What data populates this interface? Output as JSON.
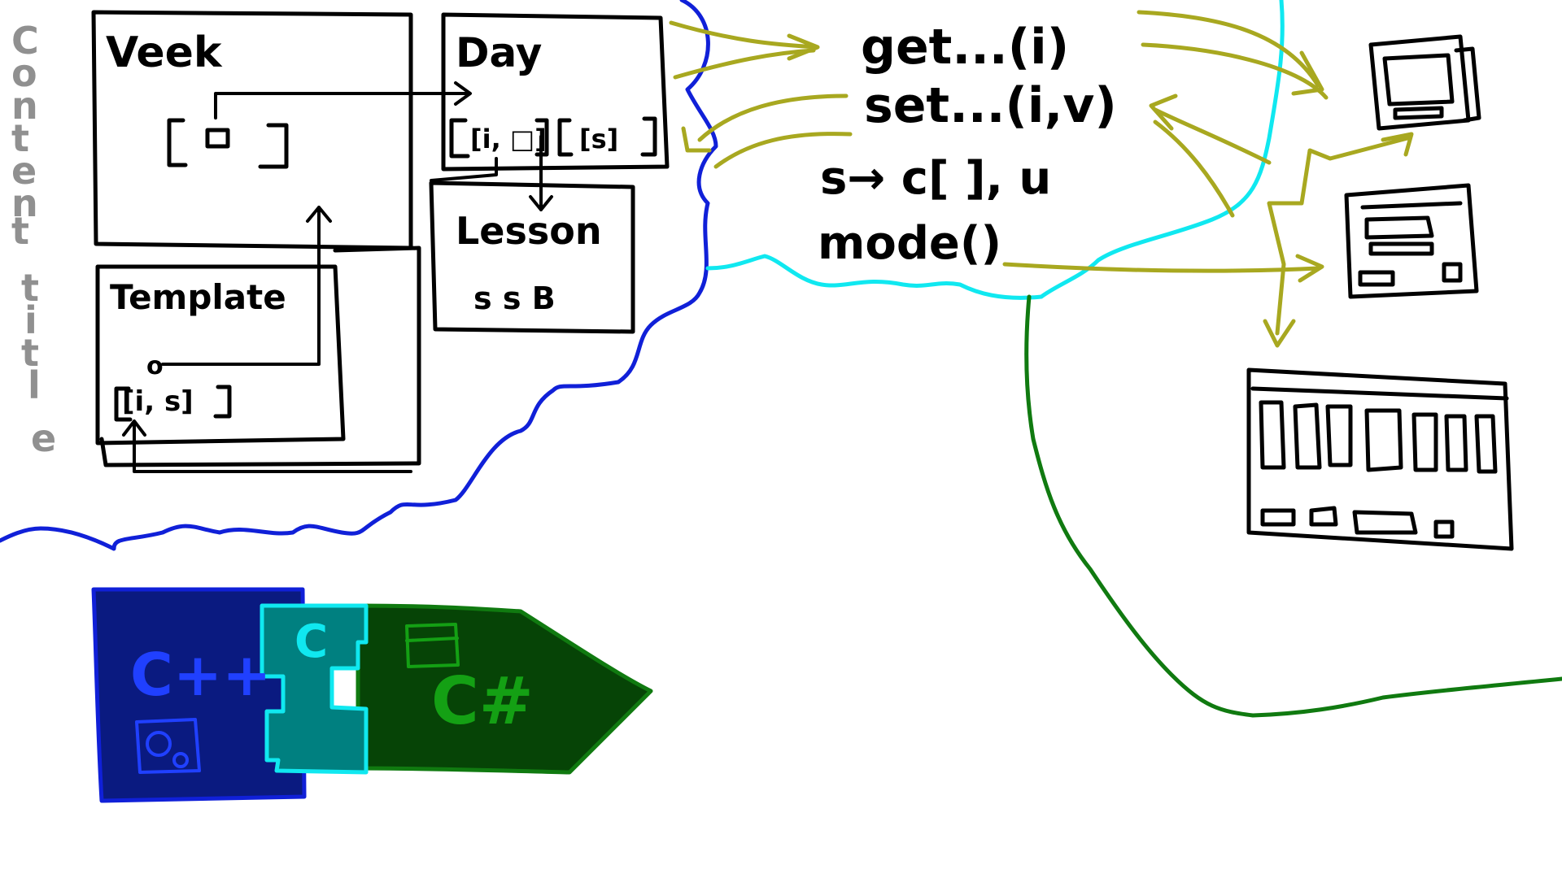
{
  "side_title": "Content title",
  "side_title_chars": [
    "C",
    "o",
    "n",
    "t",
    "e",
    "n",
    "t",
    "",
    "t",
    "i",
    "t",
    "l",
    "e"
  ],
  "boxes": {
    "week": {
      "label": "Veek",
      "slot": "[□]"
    },
    "day": {
      "label": "Day",
      "slots": [
        "[i, □]",
        "[s]"
      ]
    },
    "template": {
      "label": "Template",
      "dot": "o",
      "slot": "[i, s]"
    },
    "lesson": {
      "label": "Lesson",
      "fields": "s  s  B"
    }
  },
  "api": {
    "get": "get...(i)",
    "set": "set...(i,v)",
    "conv": "s→ c[ ], u",
    "mode": "mode()"
  },
  "languages": {
    "cpp": "C++",
    "c": "C",
    "csharp": "C#"
  },
  "colors": {
    "ink": "#000000",
    "arrow_olive": "#a8a820",
    "boundary_blue": "#1020d8",
    "boundary_cyan": "#10e8f0",
    "boundary_green": "#107a10",
    "title_gray": "#909090",
    "cpp_fill": "#0a1a80",
    "cpp_text": "#2040ff",
    "c_fill": "#008080",
    "c_text": "#10e8f0",
    "csharp_fill": "#064406",
    "csharp_text": "#14a014"
  },
  "icons": [
    "monitor-icon",
    "window-dialog-icon",
    "window-grid-icon",
    "gear-icon",
    "folder-icon"
  ]
}
